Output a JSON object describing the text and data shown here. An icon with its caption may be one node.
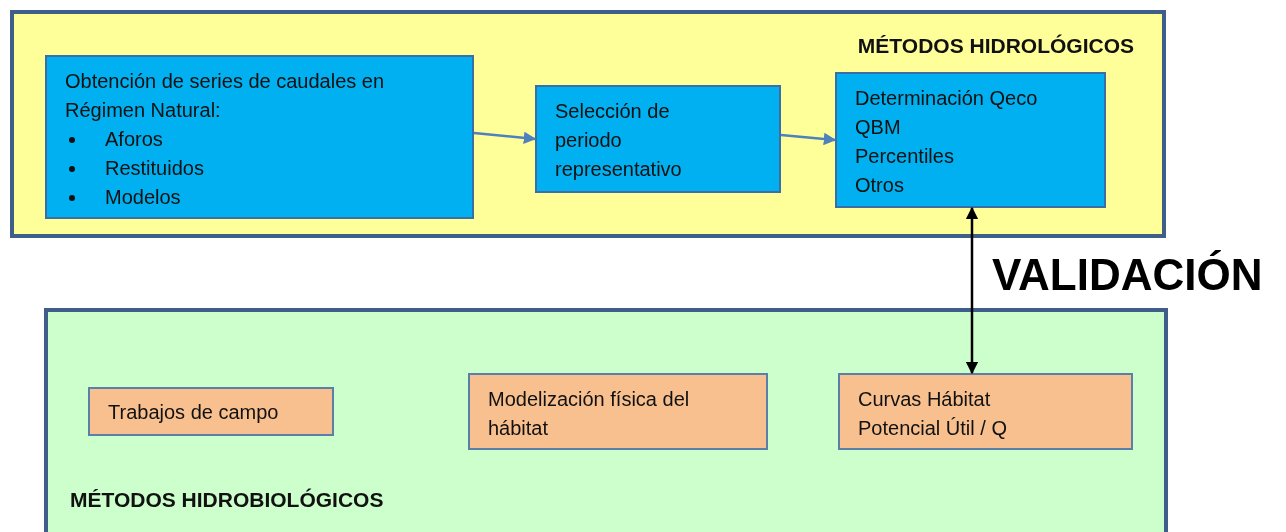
{
  "diagram": {
    "nodes": [
      {
        "text": [
          "MÉTODOS HIDROLÓGICOS"
        ]
      },
      {
        "text": [
          "Obtención de series de caudales en Régimen Natural:",
          "Aforos",
          "Restituidos",
          "Modelos"
        ],
        "in": 0
      },
      {
        "text": [
          "Selección de periodo representativo"
        ],
        "in": 0
      },
      {
        "text": [
          "Determinación Qeco",
          "QBM",
          "Percentiles",
          "Otros"
        ],
        "in": 0
      },
      {
        "text": [
          "MÉTODOS HIDROBIOLÓGICOS"
        ]
      },
      {
        "text": [
          "Trabajos de campo"
        ],
        "in": 4
      },
      {
        "text": [
          "Modelización física del hábitat"
        ],
        "in": 4
      },
      {
        "text": [
          "Curvas Hábitat Potencial Útil / Q"
        ],
        "in": 4
      }
    ],
    "edges": [
      {
        "from": 1,
        "to": 2,
        "arrow": "to"
      },
      {
        "from": 2,
        "to": 3,
        "arrow": "to"
      },
      {
        "from": 3,
        "to": 7,
        "arrow": "both",
        "label": "VALIDACIÓN",
        "color": "#000000"
      }
    ]
  }
}
